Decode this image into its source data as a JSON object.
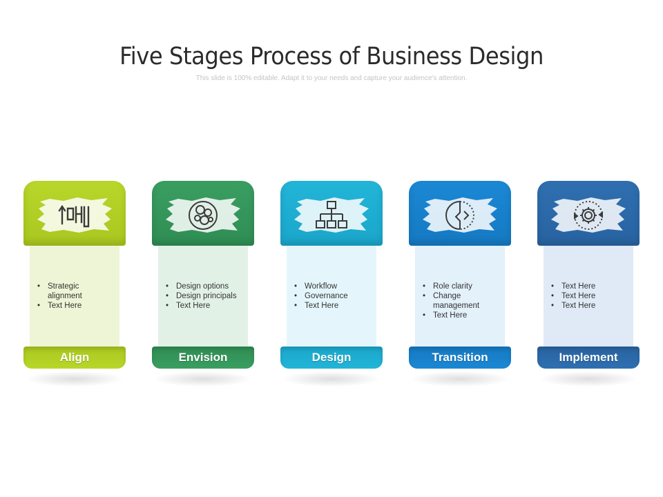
{
  "title": "Five Stages Process of Business Design",
  "subtitle": "This slide is 100% editable. Adapt it to your needs and capture your audience's attention.",
  "stages": [
    {
      "label": "Align",
      "icon": "alignment-bars-icon",
      "bullets": [
        "Strategic alignment",
        "Text Here"
      ],
      "color_head": "#b9d62a",
      "color_panel": "#eef5d6",
      "color_foot": "#a9c71f"
    },
    {
      "label": "Envision",
      "icon": "circles-idea-icon",
      "bullets": [
        "Design options",
        "Design principals",
        "Text Here"
      ],
      "color_head": "#3a9e61",
      "color_panel": "#e2f1e6",
      "color_foot": "#2f8d54"
    },
    {
      "label": "Design",
      "icon": "hierarchy-chart-icon",
      "bullets": [
        "Workflow",
        "Governance",
        "Text Here"
      ],
      "color_head": "#22b5d8",
      "color_panel": "#e4f6fb",
      "color_foot": "#1aa6ca"
    },
    {
      "label": "Transition",
      "icon": "transition-circle-icon",
      "bullets": [
        "Role clarity",
        "Change management",
        "Text Here"
      ],
      "color_head": "#1b88d4",
      "color_panel": "#e3f1fb",
      "color_foot": "#1579c2"
    },
    {
      "label": "Implement",
      "icon": "gear-cycle-icon",
      "bullets": [
        "Text Here",
        "Text Here",
        "Text Here"
      ],
      "color_head": "#2f6fb0",
      "color_panel": "#dfeaf6",
      "color_foot": "#2863a1"
    }
  ]
}
